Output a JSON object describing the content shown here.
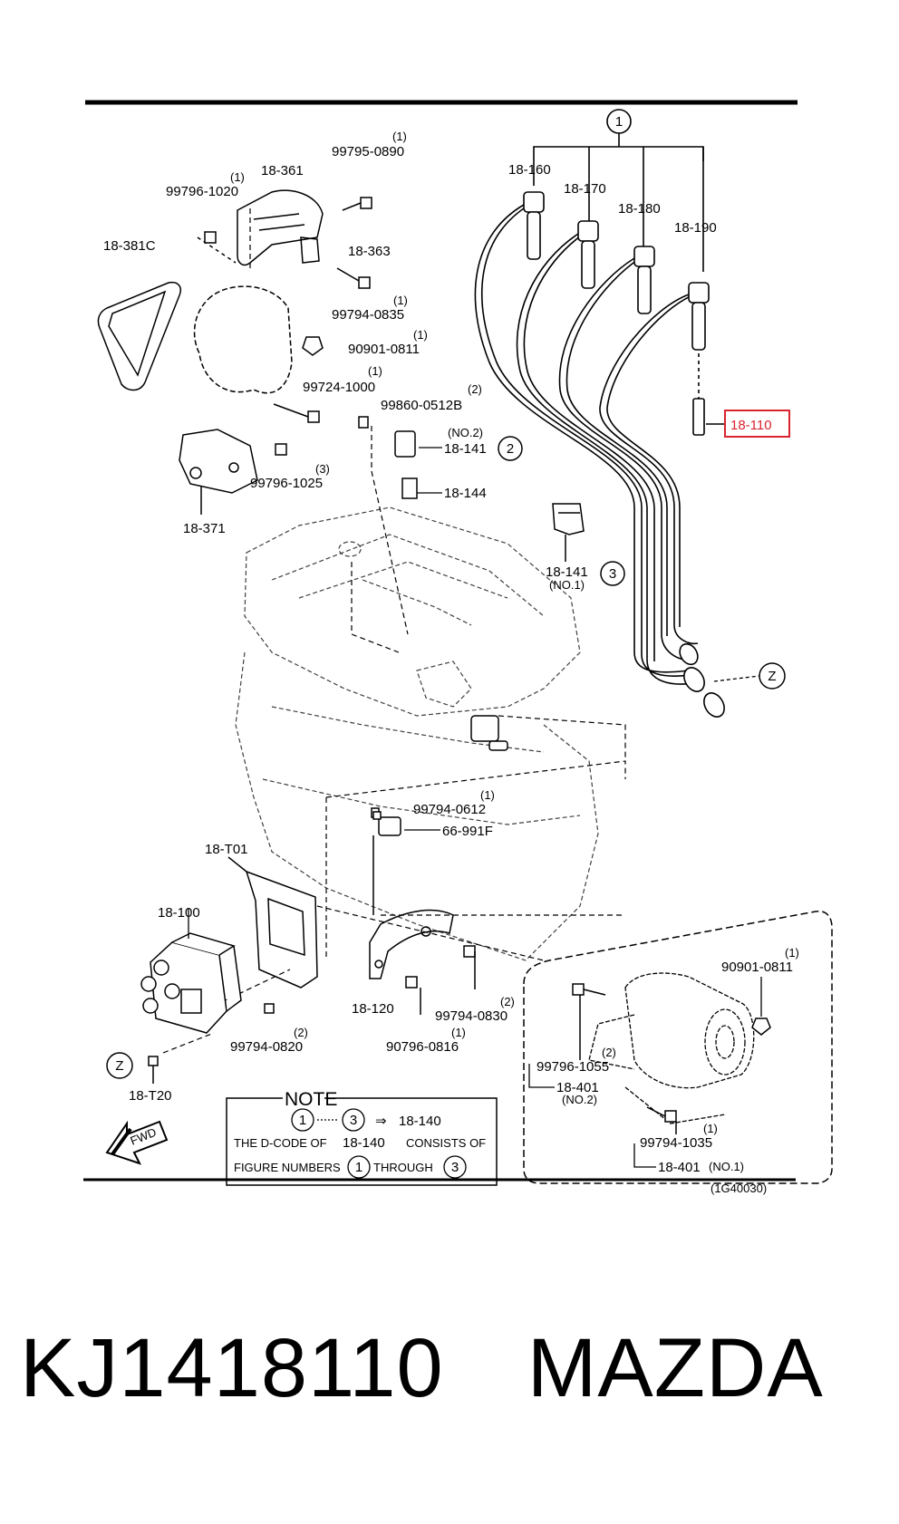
{
  "diagram": {
    "ref_code": "(1G40030)",
    "highlight_part": "18-110",
    "callouts": {
      "c1": "1",
      "c2": "2",
      "c3": "3",
      "z": "Z"
    },
    "labels": {
      "p18_160": "18-160",
      "p18_170": "18-170",
      "p18_180": "18-180",
      "p18_190": "18-190",
      "p18_110": "18-110",
      "p99795_0890": "99795-0890",
      "q99795_0890": "(1)",
      "p18_361": "18-361",
      "p99796_1020": "99796-1020",
      "q99796_1020": "(1)",
      "p18_381c": "18-381C",
      "p18_363": "18-363",
      "p99794_0835": "99794-0835",
      "q99794_0835": "(1)",
      "p90901_0811": "90901-0811",
      "q90901_0811": "(1)",
      "p99724_1000": "99724-1000",
      "q99724_1000": "(1)",
      "p99860_0512b": "99860-0512B",
      "q99860_0512b": "(2)",
      "p18_141_no2": "18-141",
      "no2": "(NO.2)",
      "p18_144": "18-144",
      "p99796_1025": "99796-1025",
      "q99796_1025": "(3)",
      "p18_371": "18-371",
      "p18_141_no1": "18-141",
      "no1": "(NO.1)",
      "p99794_0612": "99794-0612",
      "q99794_0612": "(1)",
      "p66_991f": "66-991F",
      "p18_t01": "18-T01",
      "p18_100": "18-100",
      "p18_120": "18-120",
      "p99794_0830": "99794-0830",
      "q99794_0830": "(2)",
      "p99794_0820": "99794-0820",
      "q99794_0820": "(2)",
      "p90796_0816": "90796-0816",
      "q90796_0816": "(1)",
      "p18_t20": "18-T20",
      "p90901_0811b": "90901-0811",
      "q90901_0811b": "(1)",
      "p99796_1055": "99796-1055",
      "q99796_1055": "(2)",
      "p18_401a": "18-401",
      "no2b": "(NO.2)",
      "p99794_1035": "99794-1035",
      "q99794_1035": "(1)",
      "p18_401b": "18-401",
      "no1b": "(NO.1)"
    },
    "note": {
      "heading": "NOTE",
      "range_from": "1",
      "range_to": "3",
      "arrow": "⇒",
      "range_code": "18-140",
      "line2_a": "THE D-CODE OF",
      "line2_code": "18-140",
      "line2_b": "CONSISTS OF",
      "line3_a": "FIGURE NUMBERS",
      "line3_from": "1",
      "line3_b": "THROUGH",
      "line3_to": "3"
    },
    "fwd_label": "FWD"
  },
  "caption": {
    "part_number": "KJ1418110",
    "brand": "MAZDA"
  },
  "colors": {
    "line": "#000000",
    "highlight": "#d9232e",
    "background": "#ffffff"
  }
}
